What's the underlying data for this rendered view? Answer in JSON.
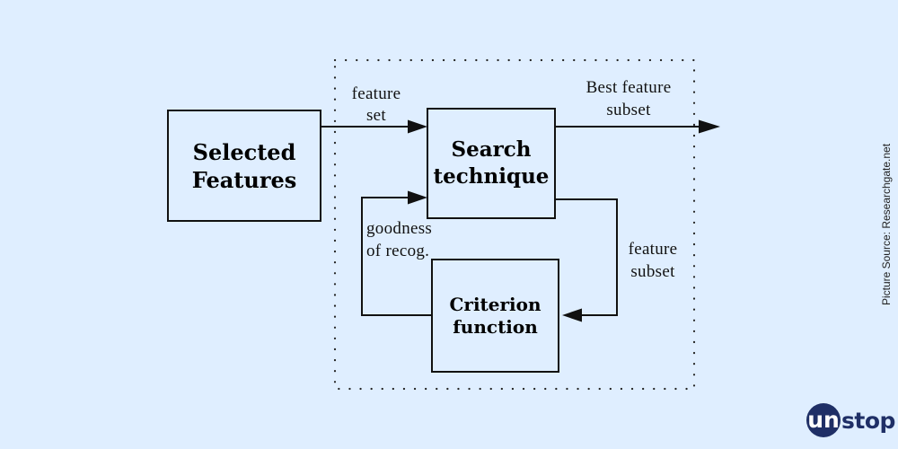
{
  "diagram": {
    "boxes": {
      "selected_features": "Selected\nFeatures",
      "search_technique": "Search\ntechnique",
      "criterion_function": "Criterion\nfunction"
    },
    "edge_labels": {
      "feature_set": "feature\nset",
      "best_feature_subset": "Best feature\nsubset",
      "goodness_of_recog": "goodness\nof  recog.",
      "feature_subset": "feature\nsubset"
    }
  },
  "source_caption": "Picture Source: Researchgate.net",
  "logo": {
    "circle_text": "un",
    "rest_text": "stop",
    "circle_color": "#1f2f66"
  },
  "colors": {
    "background": "#dfeeff",
    "lines": "#111111"
  }
}
